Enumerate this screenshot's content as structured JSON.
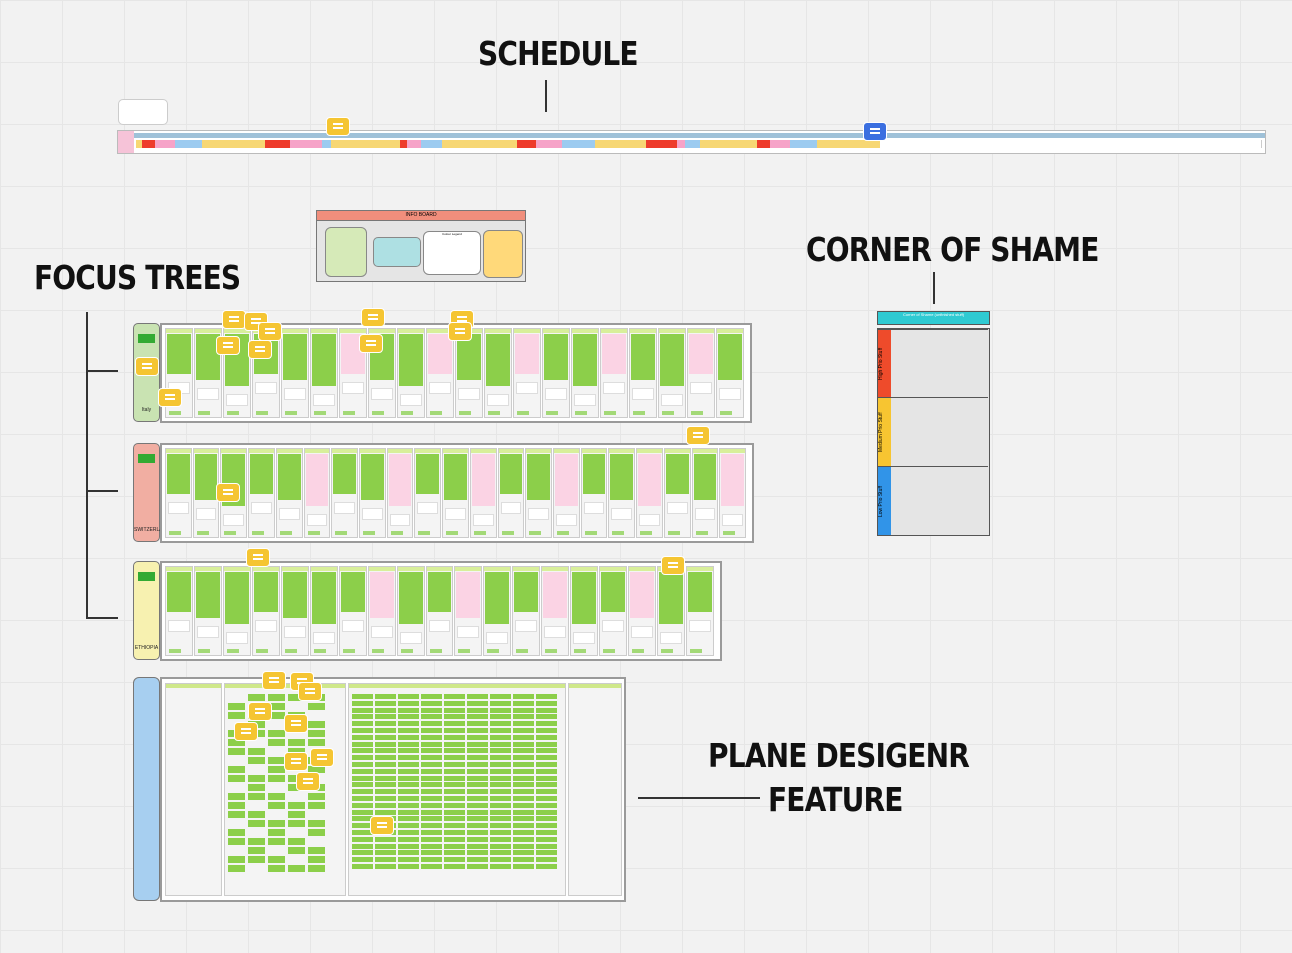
{
  "headings": {
    "schedule": "SCHEDULE",
    "focus_trees": "FOCUS TREES",
    "corner_of_shame": "CORNER OF SHAME",
    "plane_designer_1": "PLANE DESIGENR",
    "plane_designer_2": "FEATURE"
  },
  "info_board": {
    "title": "INFO BOARD",
    "legend_title": "Colour Legend"
  },
  "corner": {
    "title": "Corner of Shame (unfinished stuff)",
    "rows": [
      "High Prio Stuff",
      "Medium Prio Stuff",
      "Low Prio Stuff"
    ],
    "colors": [
      "#ee4b2b",
      "#f7c531",
      "#3194e8"
    ]
  },
  "focus_trees": [
    {
      "country": "Italy",
      "color": "#c9e3b2",
      "columns": 20
    },
    {
      "country": "SWITZERLAND",
      "color": "#f1aea2",
      "columns": 21
    },
    {
      "country": "ETHIOPIA",
      "color": "#f7f1b0",
      "columns": 19
    }
  ],
  "plane_designer": {
    "color": "#a7cff0"
  }
}
